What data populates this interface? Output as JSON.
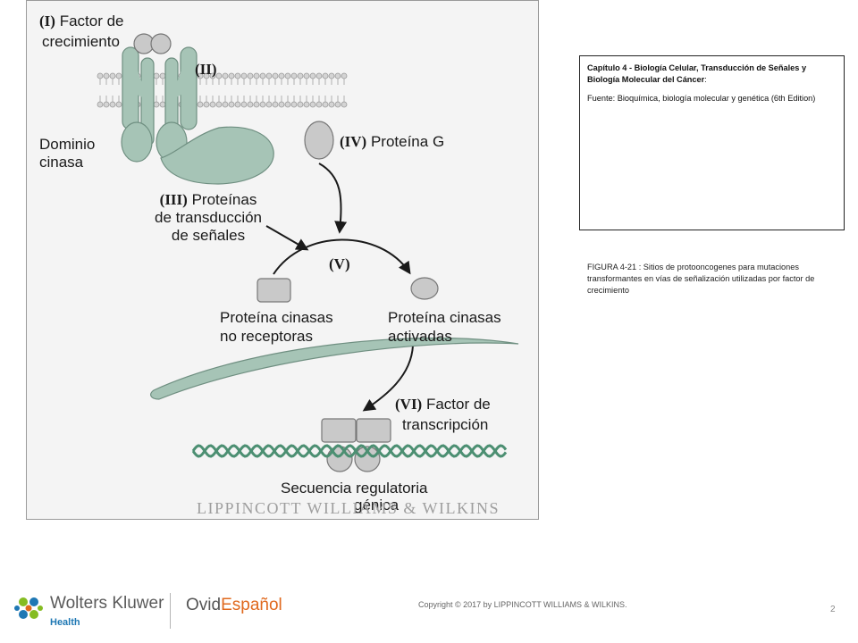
{
  "figure": {
    "labels": {
      "I_num": "(I)",
      "I_text": "Factor de",
      "I_text2": "crecimiento",
      "II_num": "(II)",
      "dominio1": "Dominio",
      "dominio2": "cinasa",
      "IV_num": "(IV)",
      "IV_text": "Proteína G",
      "III_num": "(III)",
      "III_text": "Proteínas",
      "III_text2": "de transducción",
      "III_text3": "de señales",
      "V_num": "(V)",
      "nonrec1": "Proteína cinasas",
      "nonrec2": "no receptoras",
      "activ1": "Proteína cinasas",
      "activ2": "activadas",
      "VI_num": "(VI)",
      "VI_text": "Factor de",
      "VI_text2": "transcripción",
      "seq1": "Secuencia regulatoria",
      "seq2": "génica"
    },
    "watermark": "LIPPINCOTT WILLIAMS & WILKINS"
  },
  "infobox": {
    "chapter_bold": "Capítulo 4 - Biología Celular, Transducción de Señales y Biología Molecular del Cáncer",
    "chapter_colon": ":",
    "source": "Fuente: Bioquímica, biología molecular y genética (6th Edition)"
  },
  "caption": "FIGURA 4-21 : Sitios de protooncogenes para mutaciones transformantes en vías de señalización utilizadas por factor de crecimiento",
  "footer": {
    "logo_text": "Wolters Kluwer",
    "logo_sub": "Health",
    "ovid_main": "Ovid",
    "ovid_accent": "Español",
    "copyright": "Copyright © 2017 by LIPPINCOTT WILLIAMS & WILKINS.",
    "page_number": "2"
  },
  "colors": {
    "receptor": "#a6c4b6",
    "receptor_stroke": "#6f8f81",
    "gray_protein": "#c9c9c9",
    "dna": "#4c8f72",
    "membrane": "#d4d4d4",
    "accent_blue": "#1f78b4",
    "accent_orange": "#e0691e"
  }
}
